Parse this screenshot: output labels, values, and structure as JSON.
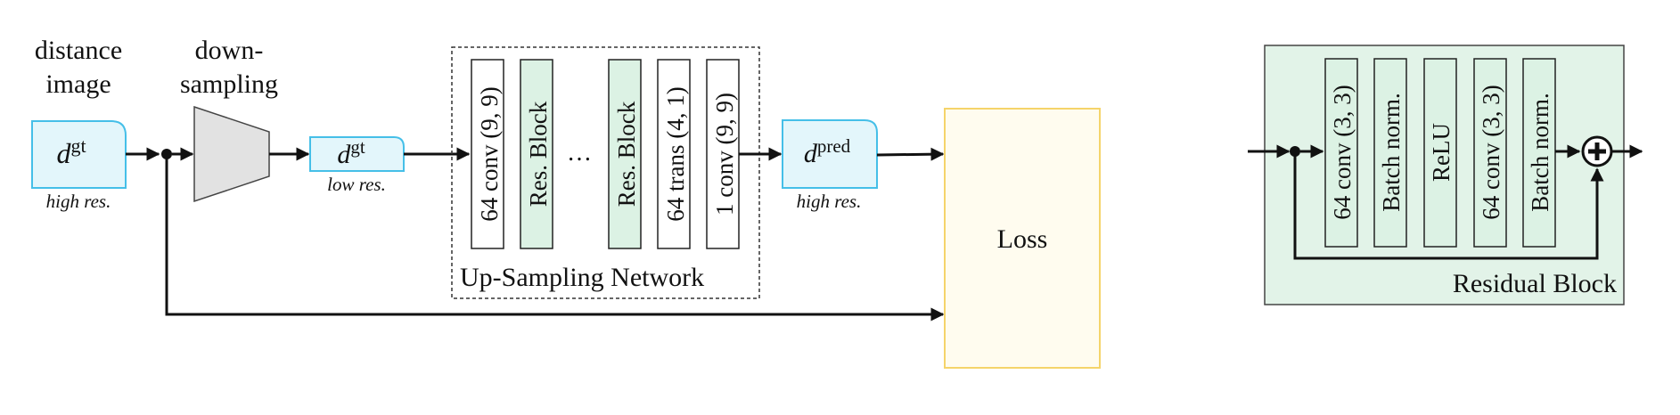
{
  "pipeline": {
    "input_label_line1": "distance",
    "input_label_line2": "image",
    "input_symbol": "d",
    "input_sup": "gt",
    "input_res": "high res.",
    "down_label_line1": "down-",
    "down_label_line2": "sampling",
    "low_symbol": "d",
    "low_sup": "gt",
    "low_res": "low res.",
    "network_title": "Up-Sampling Network",
    "layers": [
      "64 conv (9, 9)",
      "Res. Block",
      "Res. Block",
      "64 trans (4, 1)",
      "1 conv (9, 9)"
    ],
    "ellipsis": "…",
    "pred_symbol": "d",
    "pred_sup": "pred",
    "pred_res": "high res.",
    "loss_label": "Loss"
  },
  "residual": {
    "title": "Residual Block",
    "layers": [
      "64 conv (3, 3)",
      "Batch norm.",
      "ReLU",
      "64 conv (3, 3)",
      "Batch norm."
    ]
  },
  "colors": {
    "input_fill": "#e3f6fb",
    "input_stroke": "#45bfe8",
    "green_fill": "#dcf2e4",
    "green_stroke": "#222222",
    "residual_bg": "#e2f3e8",
    "loss_fill": "#fffcef",
    "loss_stroke": "#f5d46a",
    "trapezoid_fill": "#e2e2e2"
  }
}
